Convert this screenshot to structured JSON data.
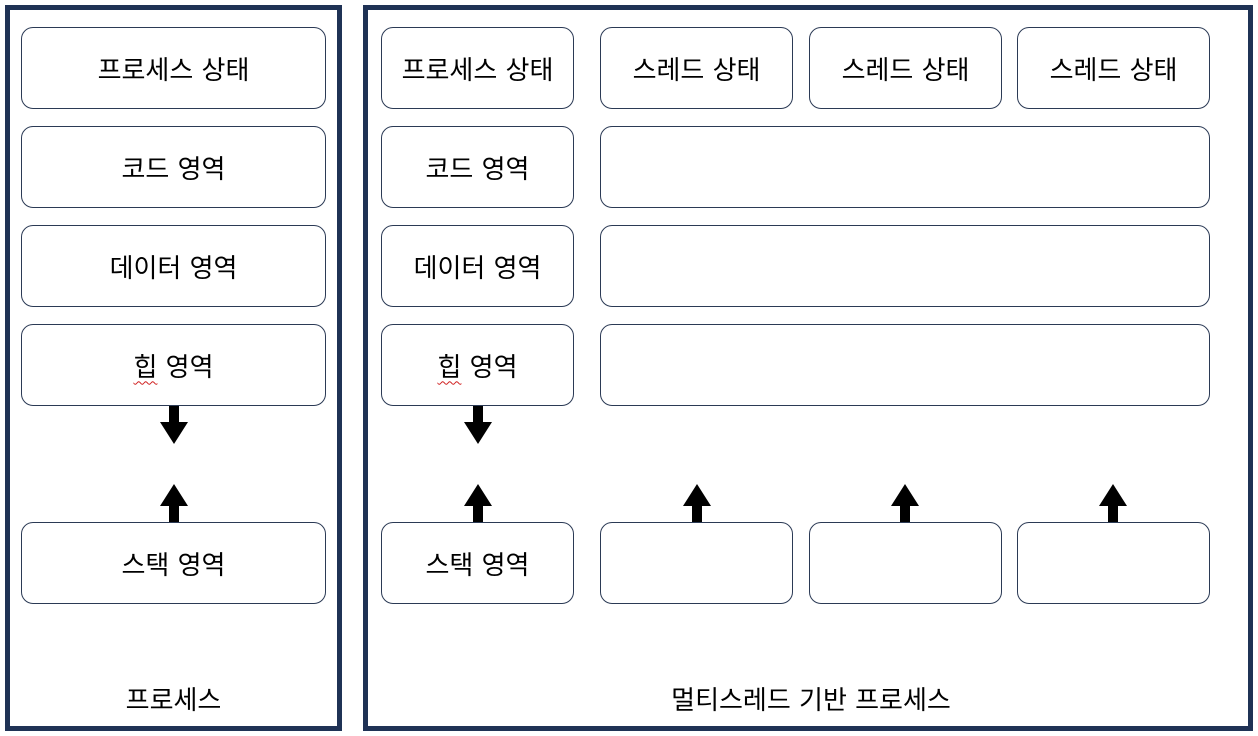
{
  "single_process": {
    "caption": "프로세스",
    "process_state": "프로세스 상태",
    "code_area": "코드 영역",
    "data_area": "데이터 영역",
    "heap_area_heap": "힙",
    "heap_area_rest": " 영역",
    "stack_area": "스택 영역"
  },
  "multi_thread_process": {
    "caption": "멀티스레드 기반 프로세스",
    "process_state": "프로세스 상태",
    "thread_states": [
      "스레드 상태",
      "스레드 상태",
      "스레드 상태"
    ],
    "code_area": "코드 영역",
    "data_area": "데이터 영역",
    "heap_area_heap": "힙",
    "heap_area_rest": " 영역",
    "stack_area": "스택 영역"
  },
  "colors": {
    "frame_border": "#1f3255",
    "box_border": "#2b3a55",
    "arrow": "#000000"
  }
}
